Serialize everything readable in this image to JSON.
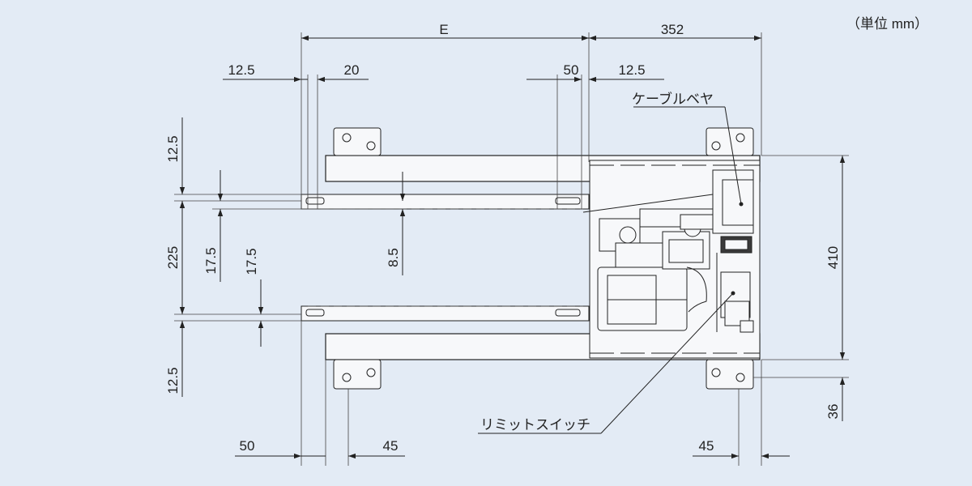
{
  "unit_note": "（単位 mm）",
  "dimensions": {
    "E": "E",
    "d352": "352",
    "d12_5_top_left": "12.5",
    "d20": "20",
    "d50_top": "50",
    "d12_5_top_right": "12.5",
    "d12_5_left_upper": "12.5",
    "d225": "225",
    "d17_5_a": "17.5",
    "d17_5_b": "17.5",
    "d8_5": "8.5",
    "d12_5_left_lower": "12.5",
    "d410": "410",
    "d36": "36",
    "d50_bottom": "50",
    "d45_left": "45",
    "d45_right": "45"
  },
  "labels": {
    "cable_carrier": "ケーブルベヤ",
    "limit_switch": "リミットスイッチ"
  },
  "colors": {
    "background": "#e3ebf5",
    "line": "#222222"
  }
}
